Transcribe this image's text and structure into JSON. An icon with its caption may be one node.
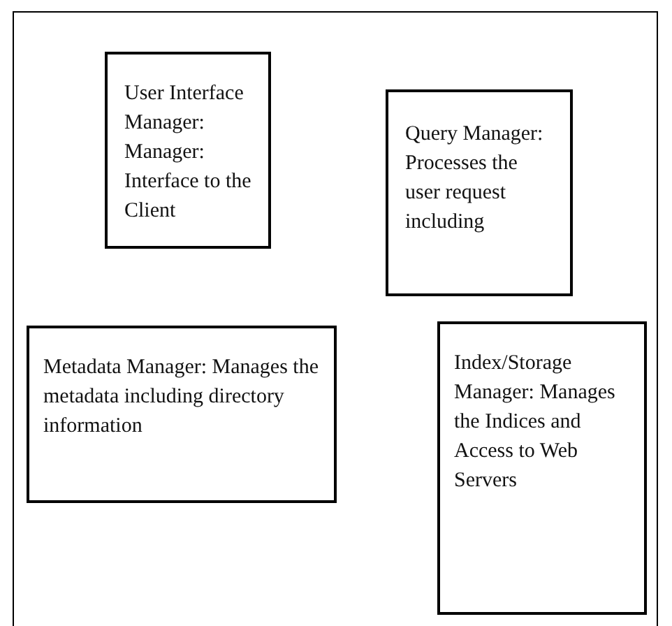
{
  "diagram": {
    "nodes": [
      {
        "text": [],
        "shape": "box"
      },
      {
        "text": [
          "User Interface Manager: Manager: Interface to the Client"
        ],
        "in": 0
      },
      {
        "text": [
          "Query Manager: Processes the user request including"
        ],
        "in": 0
      },
      {
        "text": [
          "Metadata Manager: Manages the metadata including directory information"
        ],
        "in": 0
      },
      {
        "text": [
          "Index/Storage Manager: Manages the Indices and Access to Web Servers"
        ],
        "in": 0
      }
    ]
  }
}
